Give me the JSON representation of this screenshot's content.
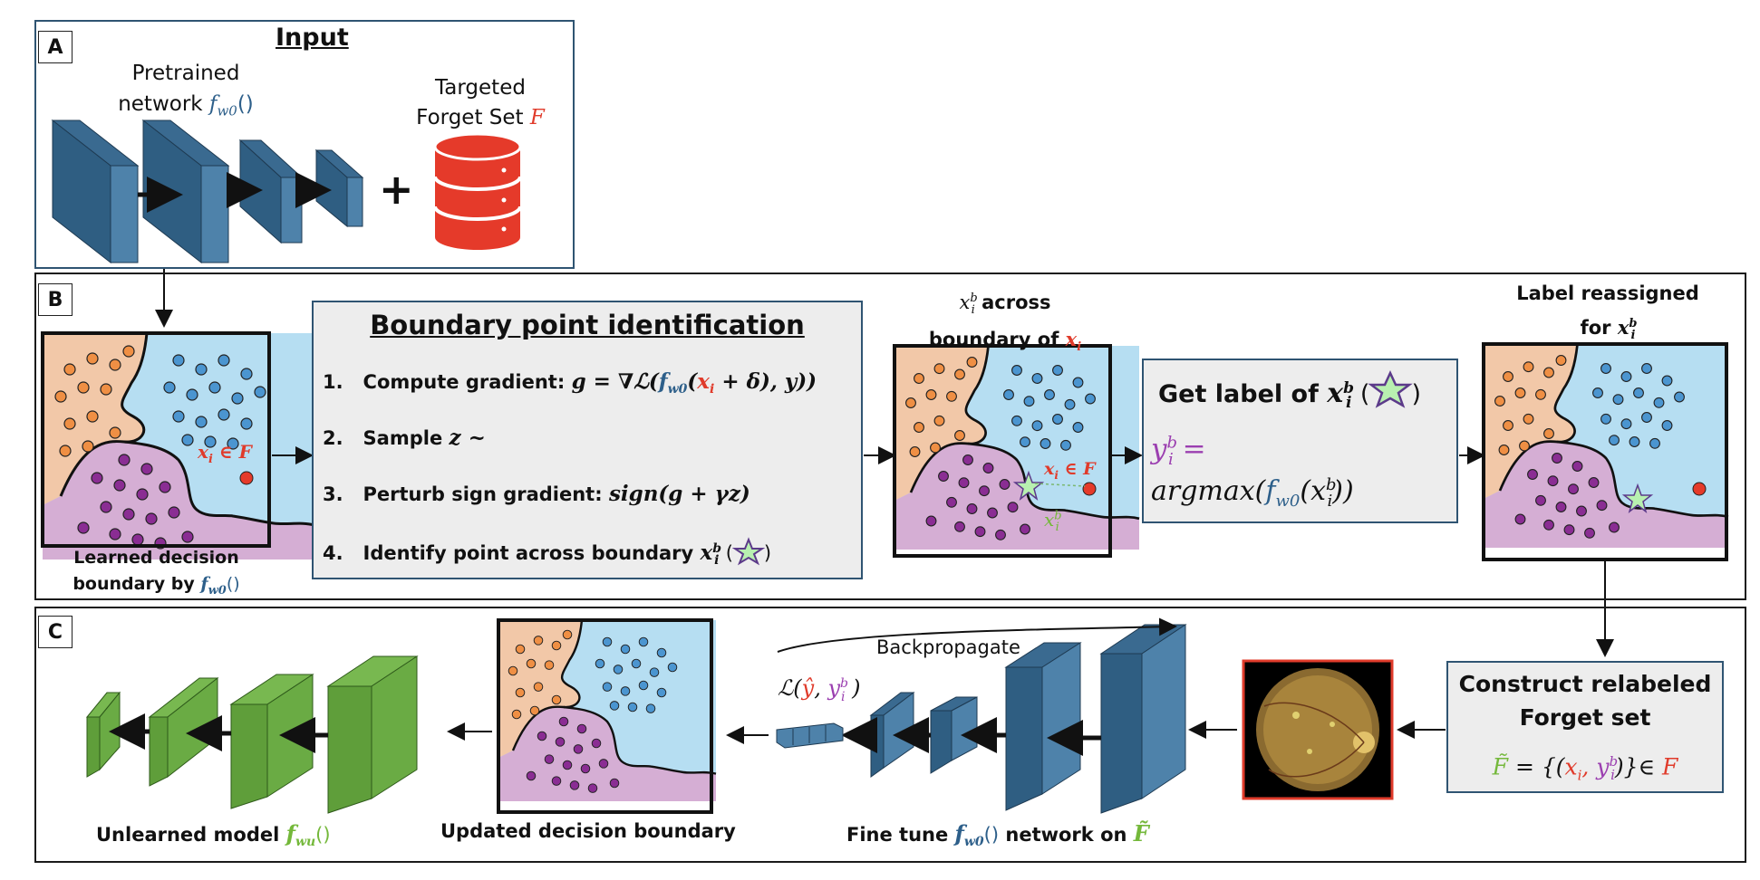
{
  "panels": {
    "a": "A",
    "b": "B",
    "c": "C"
  },
  "input": {
    "title": "Input",
    "pretrained_line1": "Pretrained",
    "pretrained_line2": "network",
    "network_fn": "f",
    "network_sub": "w0",
    "network_paren": "()",
    "forget_line1": "Targeted",
    "forget_line2": "Forget Set",
    "forget_symbol": "F",
    "plus": "+"
  },
  "learned": {
    "point_label": "x",
    "point_sub": "i",
    "point_rel": " ∈ F",
    "caption1": "Learned decision",
    "caption2": "boundary by",
    "caption_fn": "f",
    "caption_sub": "w0",
    "caption_paren": "()"
  },
  "identification": {
    "title": "Boundary point identification",
    "step1_num": "1.",
    "step1_text": "Compute gradient: ",
    "step1_math_a": "g = ∇ℒ(",
    "step1_math_f": "f",
    "step1_math_fsub": "w0",
    "step1_math_b": "(",
    "step1_math_x": "x",
    "step1_math_xsub": "i",
    "step1_math_c": " + δ), y))",
    "step2_num": "2.",
    "step2_text": "Sample ",
    "step2_math": "z ~",
    "step3_num": "3.",
    "step3_text": "Perturb sign gradient: ",
    "step3_math": "sign(g + γz)",
    "step4_num": "4.",
    "step4_text": "Identify point across boundary ",
    "step4_math": "x",
    "step4_sup": "b",
    "step4_sub": "i",
    "step4_open": "(",
    "step4_close": ")"
  },
  "across": {
    "line1_math": "x",
    "line1_sup": "b",
    "line1_sub": "i",
    "line1_text": " across",
    "line2_text": "boundary of ",
    "line2_math": "x",
    "line2_sub": "i",
    "red_label": "x",
    "red_sub": "i",
    "red_rel": " ∈ F",
    "green_label": "x",
    "green_sup": "b",
    "green_sub": "i"
  },
  "get_label": {
    "title": "Get label of ",
    "title_math": "x",
    "title_sup": "b",
    "title_sub": "i",
    "open": "(",
    "close": ")",
    "eq_y": "y",
    "eq_sup": "b",
    "eq_sub": "i",
    "eq_equals": " =",
    "eq_argmax": "argmax(",
    "eq_f": "f",
    "eq_fsub": "w0",
    "eq_x": "(x",
    "eq_xsup": "b",
    "eq_xsub": "i",
    "eq_end": "))"
  },
  "reassigned": {
    "line1": "Label reassigned",
    "line2": "for ",
    "math": "x",
    "sup": "b",
    "sub": "i"
  },
  "construct": {
    "line1": "Construct relabeled",
    "line2": "Forget set",
    "eq_f": "F̃",
    "eq_a": " = {(",
    "eq_x": "x",
    "eq_xsub": "i",
    "eq_comma": ", ",
    "eq_y": "y",
    "eq_ysup": "b",
    "eq_ysub": "i",
    "eq_b": ")}∈ ",
    "eq_F": "F"
  },
  "finetune": {
    "backprop": "Backpropagate",
    "loss_a": "ℒ(",
    "loss_yhat": "ŷ",
    "loss_comma": ", ",
    "loss_y": "y",
    "loss_sup": "b",
    "loss_sub": "i",
    "loss_close": " )",
    "caption_a": "Fine tune ",
    "caption_f": "f",
    "caption_fsub": "w0",
    "caption_paren": "()",
    "caption_b": " network on ",
    "caption_F": "F̃"
  },
  "updated": {
    "caption": "Updated decision boundary"
  },
  "unlearned": {
    "caption": "Unlearned model ",
    "fn": "f",
    "fn_sub": "wu",
    "paren": "()"
  },
  "colors": {
    "network_blue": "#2f5e82",
    "forget_red": "#e53a2a",
    "unlearned_green": "#5f9e3a",
    "region_orange": "#f2c8a8",
    "region_blue": "#b6def2",
    "region_purple": "#d5aed4"
  }
}
